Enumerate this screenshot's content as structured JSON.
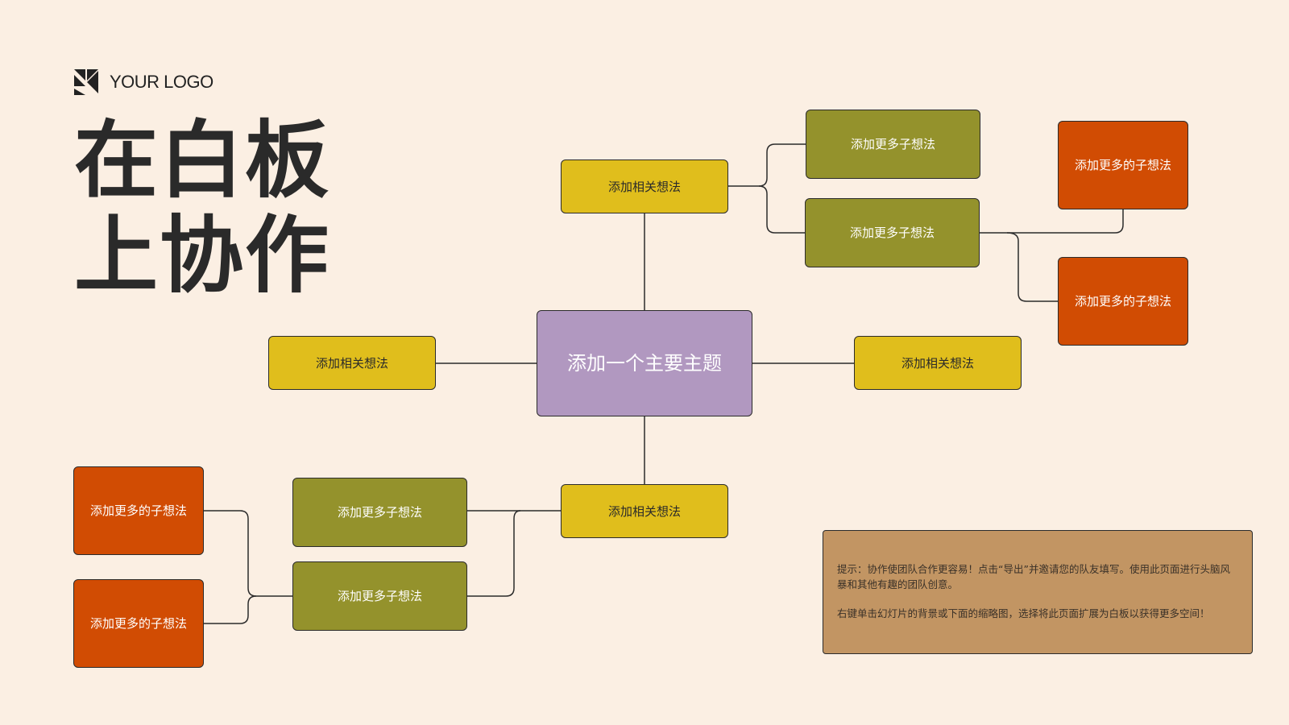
{
  "logo": {
    "icon": "triangles-logo-icon",
    "text": "YOUR LOGO"
  },
  "title": "在白板上协作",
  "mindmap": {
    "main_topic": "添加一个主要主题",
    "ideas": {
      "top": "添加相关想法",
      "left": "添加相关想法",
      "right": "添加相关想法",
      "bottom": "添加相关想法"
    },
    "top_branch": {
      "sub_1": "添加更多子想法",
      "sub_2": "添加更多子想法",
      "leaf_1": "添加更多的子想法",
      "leaf_2": "添加更多的子想法"
    },
    "bottom_branch": {
      "sub_1": "添加更多子想法",
      "sub_2": "添加更多子想法",
      "leaf_1": "添加更多的子想法",
      "leaf_2": "添加更多的子想法"
    }
  },
  "tip": {
    "paragraph_1": "提示：协作使团队合作更容易！点击“导出”并邀请您的队友填写。使用此页面进行头脑风暴和其他有趣的团队创意。",
    "paragraph_2": "右键单击幻灯片的背景或下面的缩略图，选择将此页面扩展为白板以获得更多空间！"
  },
  "colors": {
    "background": "#FBEFE3",
    "main_topic": "#B198C0",
    "related_idea": "#E0BE1C",
    "sub_idea": "#94922C",
    "leaf_idea": "#D14C03",
    "tip_box": "#C29563",
    "connector": "#2B2B2B"
  }
}
